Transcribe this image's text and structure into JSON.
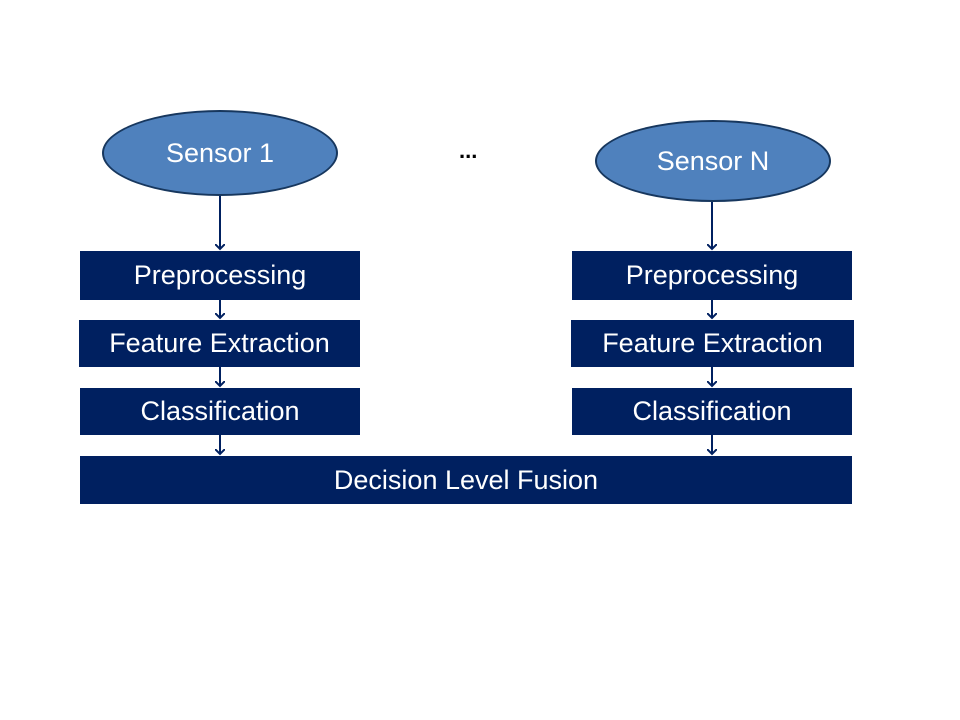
{
  "colors": {
    "ellipse_fill": "#4f81bd",
    "ellipse_stroke": "#17375e",
    "box_fill": "#002060",
    "arrow": "#002060",
    "text": "#ffffff"
  },
  "left": {
    "sensor": "Sensor 1",
    "preprocessing": "Preprocessing",
    "feature_extraction": "Feature Extraction",
    "classification": "Classification"
  },
  "right": {
    "sensor": "Sensor N",
    "preprocessing": "Preprocessing",
    "feature_extraction": "Feature Extraction",
    "classification": "Classification"
  },
  "ellipsis": "...",
  "fusion": "Decision Level Fusion"
}
